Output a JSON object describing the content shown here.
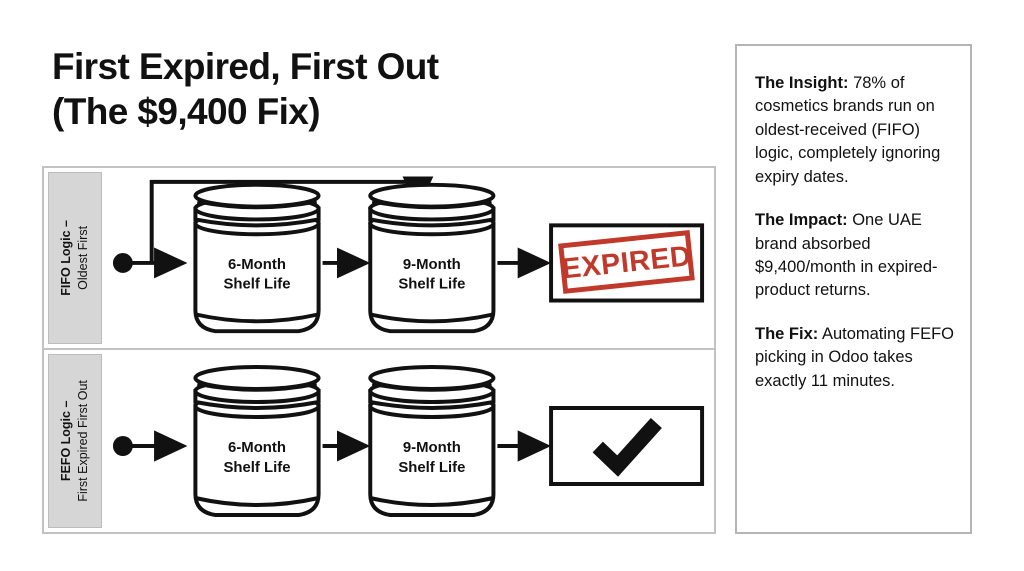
{
  "title": "First Expired, First Out\n(The $9,400 Fix)",
  "colors": {
    "ink": "#111111",
    "stamp_red": "#c0392b",
    "panel_border": "#b5b5b5",
    "frame_border": "#c2c2c2",
    "label_fill": "#d6d6d6"
  },
  "diagram": {
    "rows": [
      {
        "id": "fifo",
        "label_strong": "FIFO Logic –",
        "label_sub": "Oldest First",
        "jars": [
          {
            "line1": "6-Month",
            "line2": "Shelf Life"
          },
          {
            "line1": "9-Month",
            "line2": "Shelf Life"
          }
        ],
        "outcome": {
          "type": "expired-stamp",
          "text": "EXPIRED"
        },
        "has_feedback_loop": true
      },
      {
        "id": "fefo",
        "label_strong": "FEFO Logic –",
        "label_sub": "First Expired First Out",
        "jars": [
          {
            "line1": "6-Month",
            "line2": "Shelf Life"
          },
          {
            "line1": "9-Month",
            "line2": "Shelf Life"
          }
        ],
        "outcome": {
          "type": "checkmark",
          "text": "✔"
        },
        "has_feedback_loop": false
      }
    ]
  },
  "notes": [
    {
      "heading": "The Insight:",
      "body": " 78% of cosmetics brands run on oldest-received (FIFO) logic, completely ignoring expiry dates."
    },
    {
      "heading": "The Impact:",
      "body": " One UAE brand absorbed $9,400/month in expired-product returns."
    },
    {
      "heading": "The Fix:",
      "body": " Automating FEFO picking in Odoo takes exactly 11 minutes."
    }
  ]
}
